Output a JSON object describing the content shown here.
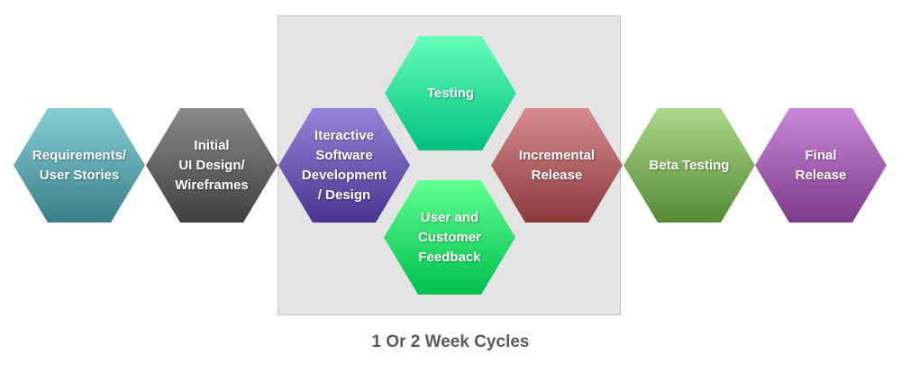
{
  "steps": [
    {
      "id": "requirements",
      "label": "Requirements/\nUser Stories",
      "color_top": "#86d0d6",
      "color_bottom": "#3a7e88"
    },
    {
      "id": "initial-design",
      "label": "Initial\nUI Design/\nWireframes",
      "color_top": "#8a8a8a",
      "color_bottom": "#3f3f3f"
    },
    {
      "id": "iterative-development",
      "label": "Iteractive\nSoftware\nDevelopment\n/ Design",
      "color_top": "#9584d8",
      "color_bottom": "#4a3490"
    },
    {
      "id": "testing",
      "label": "Testing",
      "color_top": "#66ffb8",
      "color_bottom": "#00c080"
    },
    {
      "id": "incremental-release",
      "label": "Incremental\nRelease",
      "color_top": "#d88a8e",
      "color_bottom": "#8a3a3a"
    },
    {
      "id": "user-feedback",
      "label": "User and\nCustomer\nFeedback",
      "color_top": "#60ff90",
      "color_bottom": "#00c050"
    },
    {
      "id": "beta-testing",
      "label": "Beta Testing",
      "color_top": "#acd88a",
      "color_bottom": "#558a35"
    },
    {
      "id": "final-release",
      "label": "Final\nRelease",
      "color_top": "#cc88d8",
      "color_bottom": "#7e3a8a"
    }
  ],
  "caption": "1 Or 2 Week Cycles"
}
